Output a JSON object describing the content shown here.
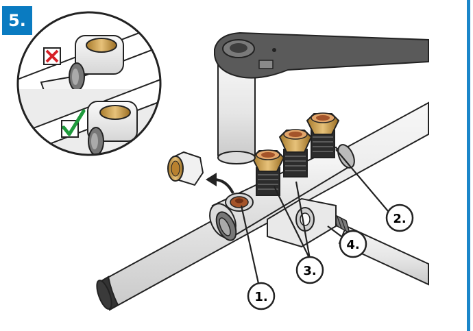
{
  "step": {
    "number": "5."
  },
  "callouts": [
    {
      "id": "1",
      "label": "1."
    },
    {
      "id": "2",
      "label": "2."
    },
    {
      "id": "3",
      "label": "3."
    },
    {
      "id": "4",
      "label": "4."
    }
  ],
  "inset": {
    "wrong_icon": "cross-mark-icon",
    "right_icon": "check-mark-icon"
  },
  "colors": {
    "accent": "#0a7bc1",
    "wrong": "#d62027",
    "right": "#1e9a3c",
    "brass": "#c99a3c",
    "copper": "#a4542a",
    "wrench": "#5a5a5a"
  }
}
